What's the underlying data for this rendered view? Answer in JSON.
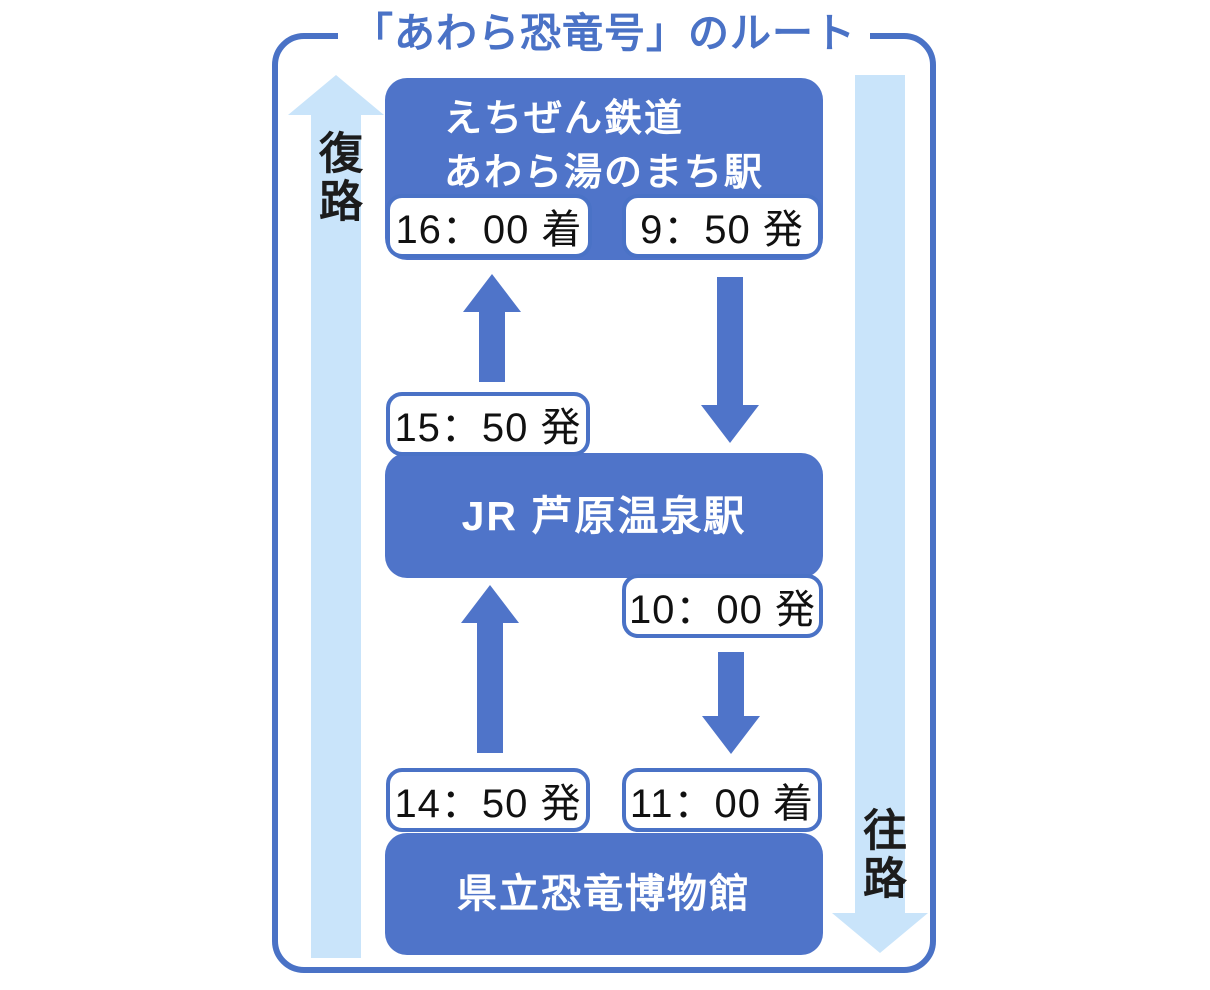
{
  "title": "「あわら恐竜号」のルート",
  "colors": {
    "primary_blue": "#4f74c9",
    "frame_blue": "#4a72c6",
    "light_blue": "#c9e4fa",
    "text_black": "#1c1c1c",
    "chip_background": "#ffffff"
  },
  "side_arrows": {
    "return_label": "復路",
    "outbound_label": "往路"
  },
  "stations": {
    "echizen": {
      "name_line1": "えちぜん鉄道",
      "name_line2": "あわら湯のまち駅",
      "arrival_time": "16：00 着",
      "departure_time": "9：50 発"
    },
    "jr": {
      "name": "JR 芦原温泉駅",
      "return_departure_time": "15：50 発",
      "outbound_departure_time": "10：00 発"
    },
    "museum": {
      "name": "県立恐竜博物館",
      "return_departure_time": "14：50 発",
      "outbound_arrival_time": "11：00 着"
    }
  }
}
